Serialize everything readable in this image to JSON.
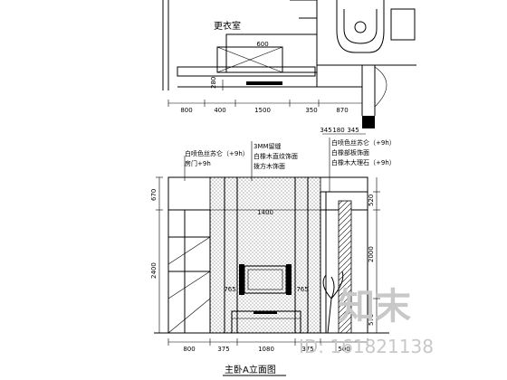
{
  "room_label": "更衣室",
  "plan_dims": {
    "top": "600",
    "side": "280",
    "bottom": [
      "800",
      "400",
      "1500",
      "350",
      "870"
    ]
  },
  "elev_top_dims": [
    "345",
    "180",
    "345"
  ],
  "notes_left": [
    "白喷色丝苏仑（+9h）",
    "房门+9h"
  ],
  "notes_center": [
    "3MM留缝",
    "白橡木直纹饰面",
    "拨方木饰面"
  ],
  "notes_right": [
    "白喷色丝苏仑（+9h）",
    "白橡部板饰面",
    "白橡木大理石（+9h）"
  ],
  "left_dims": [
    "670",
    "2400"
  ],
  "right_dims": [
    "520",
    "2000",
    "570"
  ],
  "inner_dims": [
    "765",
    "765"
  ],
  "center_dim": "1400",
  "bottom_dims": [
    "800",
    "375",
    "1080",
    "375",
    "500"
  ],
  "title": "主卧A立面图",
  "watermark_logo": "知末",
  "watermark_id": "ID: 161821138"
}
